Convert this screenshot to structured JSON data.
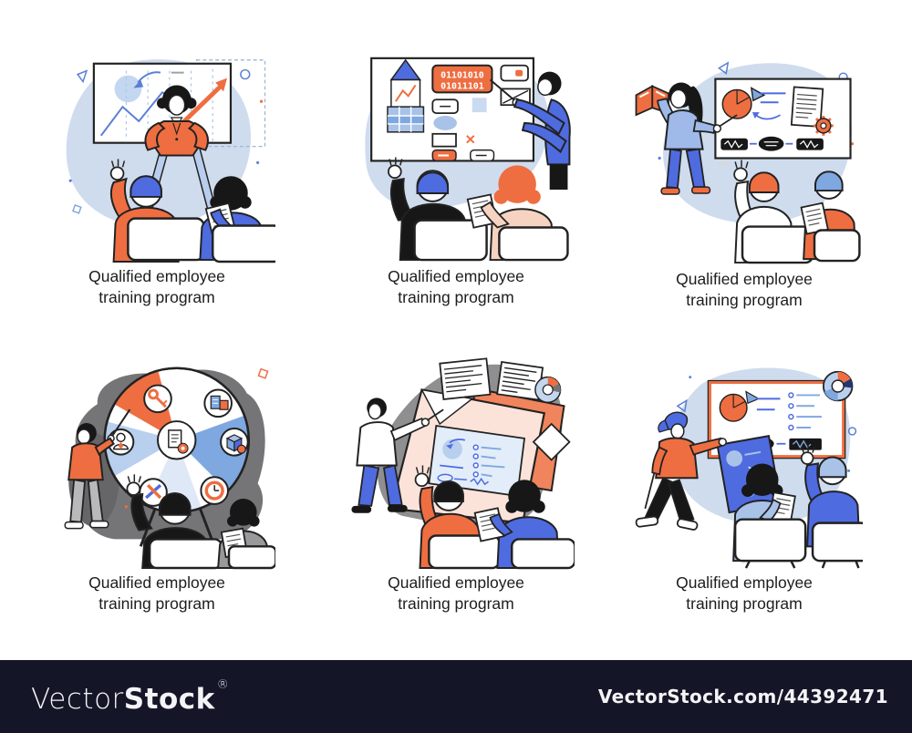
{
  "page": {
    "background": "#ffffff"
  },
  "palette": {
    "blue": "#4f6be0",
    "periwinkle": "#a9c2e8",
    "sky_blue": "#7fa8e0",
    "light_blue_blob": "#cfdcee",
    "orange": "#ee6e41",
    "peach_board": "#fbe3da",
    "salmon": "#f0845c",
    "gray_blob": "#8f8f91",
    "dark_gray_blob": "#757577",
    "ink": "#222222",
    "black": "#171717",
    "watermark_bar": "#141628",
    "watermark_text": "#f4f4f6"
  },
  "cells": [
    {
      "line1": "Qualified employee",
      "line2": "training program"
    },
    {
      "line1": "Qualified employee",
      "line2": "training program"
    },
    {
      "line1": "Qualified employee",
      "line2": "training program"
    },
    {
      "line1": "Qualified employee",
      "line2": "training program"
    },
    {
      "line1": "Qualified employee",
      "line2": "training program"
    },
    {
      "line1": "Qualified employee",
      "line2": "training program"
    }
  ],
  "scenes": {
    "scene1": {
      "description": "Trainer at whiteboard with growth chart, two seated trainees",
      "icons": [
        "whiteboard",
        "line-chart",
        "growth-arrow-icon",
        "circle-chart-icon",
        "raised-hand-icon",
        "notes-paper-icon"
      ]
    },
    "scene2": {
      "description": "Trainer pointing at board with pencil diagram and binary code",
      "binary_line1": "01101010",
      "binary_line2": "01011101",
      "icons": [
        "whiteboard",
        "pencil-diagram-icon",
        "binary-code-box",
        "shapes-icons",
        "raised-hand-icon",
        "notes-paper-icon"
      ]
    },
    "scene3": {
      "description": "Trainer with open book at board with pie chart, document, gear and flow diagram",
      "icons": [
        "open-book-icon",
        "pie-chart-icon",
        "document-icon",
        "gear-icon",
        "flow-diagram",
        "raised-hand-icon",
        "notes-paper-icon"
      ]
    },
    "scene4": {
      "description": "Trainer at round wheel diagram with key, notes, person, cube, pencils, clock and document-gear icons",
      "icons": [
        "wheel-diagram",
        "key-icon",
        "notes-icon",
        "person-icon",
        "cube-icon",
        "pencils-icon",
        "clock-icon",
        "document-gear-icon",
        "raised-hand-icon",
        "notes-paper-icon"
      ]
    },
    "scene5": {
      "description": "Trainer at large tilted presentation board with checklist screen, documents, donut chart and rhombus",
      "icons": [
        "presentation-board",
        "checklist",
        "pie-chart-icon",
        "donut-chart-icon",
        "document-icon",
        "rhombus-icon",
        "raised-hand-icon",
        "notes-paper-icon"
      ]
    },
    "scene6": {
      "description": "Walking trainer at orange-framed board with pie chart, checklist, flow diagram, donut chart and blue panel",
      "icons": [
        "whiteboard",
        "pie-chart-icon",
        "checklist",
        "flow-diagram",
        "donut-chart-icon",
        "blue-panel",
        "raised-hand-icon",
        "notes-paper-icon"
      ]
    }
  },
  "watermark": {
    "brand_regular": "Vector",
    "brand_bold": "Stock",
    "reg_mark": "®",
    "url_text": "VectorStock.com/44392471"
  }
}
